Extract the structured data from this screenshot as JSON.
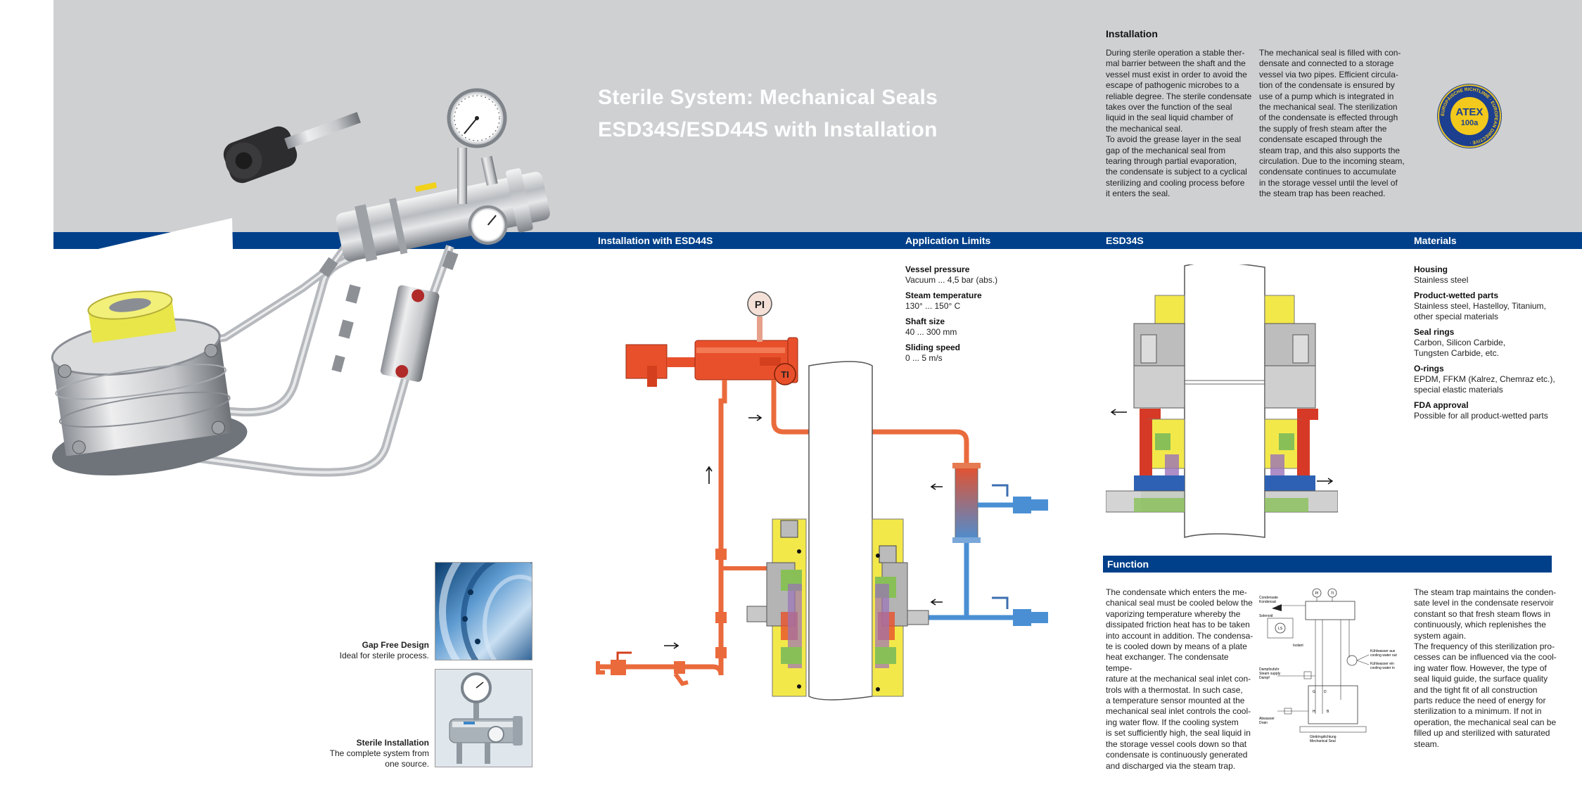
{
  "header": {
    "title_line1": "Sterile System: Mechanical Seals",
    "title_line2": "ESD34S/ESD44S with Installation"
  },
  "installation": {
    "heading": "Installation",
    "col1": [
      "During sterile operation a stable ther-",
      "mal barrier between the shaft and the",
      "vessel must exist in order to avoid the",
      "escape of pathogenic microbes to a",
      "reliable degree. The sterile condensate",
      "takes over the function of the seal",
      "liquid in the seal liquid chamber of",
      "the mechanical seal.",
      "To avoid the grease layer in the seal",
      "gap of the mechanical seal from",
      "tearing through partial evaporation,",
      "the condensate is subject to a cyclical",
      "sterilizing and cooling process before",
      "it enters the seal."
    ],
    "col2": [
      "The mechanical seal is filled with con-",
      "densate and connected to a storage",
      "vessel via two pipes. Efficient circula-",
      "tion of the condensate is ensured by",
      "use of a pump which is integrated in",
      "the mechanical seal. The sterilization",
      "of the condensate is effected through",
      "the supply of fresh steam after the",
      "condensate escaped through the",
      "steam trap, and this also supports the",
      "circulation. Due to the incoming steam,",
      "condensate continues to accumulate",
      "in the storage vessel until the level of",
      "the steam trap has been reached."
    ]
  },
  "atex": {
    "label": "ATEX",
    "sub": "100a",
    "ring_text": "EUROPÄISCHE RICHTLINIE · EUROPEAN DIRECTIVE ·"
  },
  "bar_headings": {
    "installation_esd44s": "Installation with ESD44S",
    "application_limits": "Application Limits",
    "esd34s": "ESD34S",
    "materials": "Materials",
    "function": "Function"
  },
  "application_limits": [
    {
      "label": "Vessel pressure",
      "value": "Vacuum ... 4,5 bar (abs.)"
    },
    {
      "label": "Steam temperature",
      "value": "130° ... 150° C"
    },
    {
      "label": "Shaft size",
      "value": "40 ... 300 mm"
    },
    {
      "label": "Sliding speed",
      "value": "0 ... 5 m/s"
    }
  ],
  "materials": [
    {
      "label": "Housing",
      "lines": [
        "Stainless steel"
      ]
    },
    {
      "label": "Product-wetted parts",
      "lines": [
        "Stainless steel, Hastelloy, Titanium,",
        "other special materials"
      ]
    },
    {
      "label": "Seal rings",
      "lines": [
        "Carbon, Silicon Carbide,",
        "Tungsten Carbide, etc."
      ]
    },
    {
      "label": "O-rings",
      "lines": [
        "EPDM, FFKM (Kalrez, Chemraz etc.),",
        "special elastic materials"
      ]
    },
    {
      "label": "FDA approval",
      "lines": [
        "Possible for all product-wetted parts"
      ]
    }
  ],
  "function": {
    "col1": [
      "The condensate which enters the me-",
      "chanical seal must be cooled below the",
      "vaporizing temperature whereby the",
      "dissipated friction heat has to be taken",
      "into account in addition. The condensa-",
      "te is cooled down by means of a plate",
      "heat exchanger. The condensate tempe-",
      "rature at the mechanical seal inlet con-",
      "trols with a thermostat. In such case,",
      "a temperature sensor mounted at the",
      "mechanical seal inlet controls the cool-",
      "ing water flow. If the cooling system",
      "is set sufficiently high, the seal liquid in",
      "the storage vessel cools down so that",
      "condensate is continuously generated",
      "and discharged via the steam trap."
    ],
    "col3": [
      "The steam trap maintains the conden-",
      "sate level in the condensate reservoir",
      "constant so that fresh steam flows in",
      "continuously, which replenishes the",
      "system again.",
      "The frequency of this sterilization pro-",
      "cesses can be influenced via the cool-",
      "ing water flow. However, the type of",
      "seal liquid guide, the surface quality",
      "and the tight fit of all construction",
      "parts reduce the need of energy for",
      "sterilization to a minimum. If not in",
      "operation, the mechanical seal can be",
      "filled up and sterilized with saturated",
      "steam."
    ]
  },
  "diagram_labels": {
    "pi": "PI",
    "ti": "TI"
  },
  "schematic_labels": {
    "pi": "PI",
    "ti": "TI",
    "condensate": "Condensate",
    "kondensat": "Kondensat",
    "solenoid": "Solenoid",
    "ls": "LS",
    "isolant": "Isolant",
    "dampfzufuhr": "Dampfzufuhr",
    "steam_supply": "Steam supply",
    "dampf_ausgang": "Dampf",
    "kuehlwasser_aus": "Kühlwasser aus",
    "cooling_water_out": "cooling water out",
    "kuehlwasser_ein": "Kühlwasser ein",
    "cooling_water_in": "cooling water in",
    "gleitringdichtung": "Gleitringdichtung",
    "mechanical_seal": "Mechanical Seal",
    "abwasser": "Abwasser",
    "drain": "Drain"
  },
  "photos": [
    {
      "title": "Gap Free Design",
      "text": [
        "Ideal for sterile process."
      ]
    },
    {
      "title": "Sterile Installation",
      "text": [
        "The complete system from",
        "one source."
      ]
    }
  ],
  "colors": {
    "grey_band": "#cfd0d2",
    "blue_bar": "#00408a",
    "hot_pipe": "#e8502b",
    "cool_pipe": "#4a8fd4",
    "seal_yellow": "#f3e84a"
  }
}
